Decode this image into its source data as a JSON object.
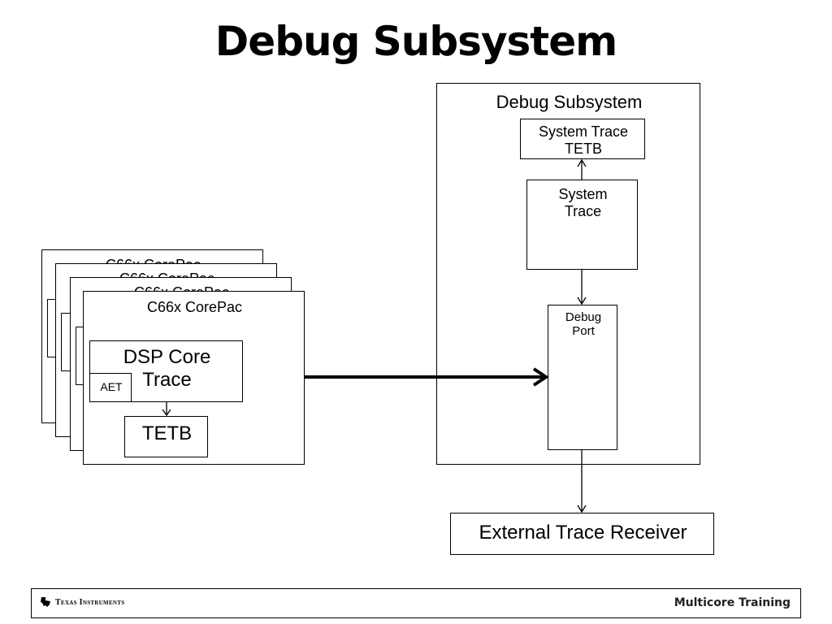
{
  "slide": {
    "title": "Debug Subsystem"
  },
  "diagram": {
    "corepac": {
      "label": "C66x CorePac",
      "dsp_core_trace": "DSP Core\nTrace",
      "aet": "AET",
      "tetb": "TETB"
    },
    "debug_subsystem": {
      "label": "Debug Subsystem",
      "system_trace_tetb": "System Trace\nTETB",
      "system_trace": "System\nTrace",
      "debug_port": "Debug\nPort"
    },
    "external_trace_receiver": "External Trace Receiver"
  },
  "footer": {
    "company": "Texas Instruments",
    "right_text": "Multicore Training"
  }
}
